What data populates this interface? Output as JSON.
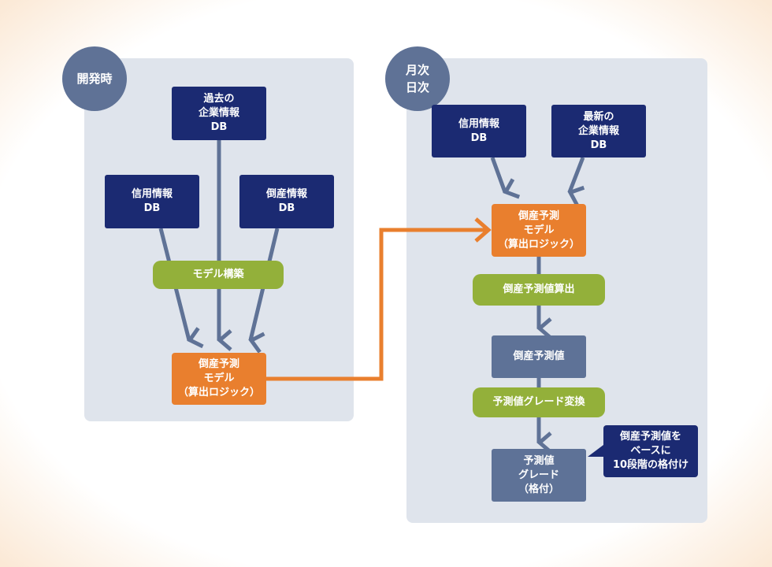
{
  "colors": {
    "navy": "#1b2a72",
    "orange": "#e97f2e",
    "green": "#93b03a",
    "slate": "#5e7297",
    "arrow_blue": "#5f7296",
    "panel": "#dfe4ec"
  },
  "left": {
    "badge": "開発時",
    "past_db": "過去の\n企業情報\nDB",
    "credit_db": "信用情報\nDB",
    "bankrupt_db": "倒産情報\nDB",
    "model_build": "モデル構築",
    "model": "倒産予測\nモデル\n（算出ロジック）"
  },
  "right": {
    "badge": "月次\n日次",
    "credit_db": "信用情報\nDB",
    "latest_db": "最新の\n企業情報\nDB",
    "model": "倒産予測\nモデル\n（算出ロジック）",
    "calc": "倒産予測値算出",
    "value": "倒産予測値",
    "convert": "予測値グレード変換",
    "grade": "予測値\nグレード\n（格付）",
    "callout": "倒産予測値を\nベースに\n10段階の格付け"
  }
}
